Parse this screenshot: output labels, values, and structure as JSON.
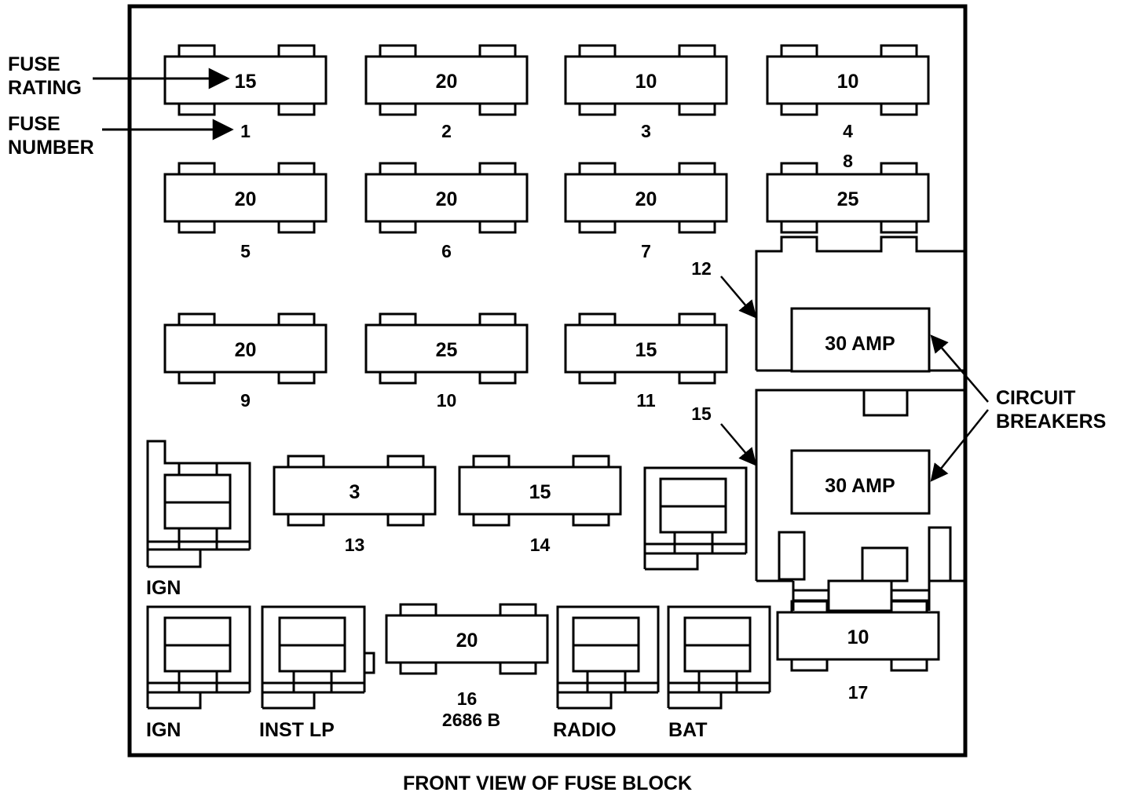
{
  "annotations": {
    "fuse_rating": [
      "FUSE",
      "RATING"
    ],
    "fuse_number": [
      "FUSE",
      "NUMBER"
    ],
    "circuit_breakers": [
      "CIRCUIT",
      "BREAKERS"
    ]
  },
  "caption": "FRONT VIEW OF FUSE BLOCK",
  "fuses": [
    {
      "rating": "15",
      "number": "1"
    },
    {
      "rating": "20",
      "number": "2"
    },
    {
      "rating": "10",
      "number": "3"
    },
    {
      "rating": "10",
      "number": "4"
    },
    {
      "rating": "20",
      "number": "5"
    },
    {
      "rating": "20",
      "number": "6"
    },
    {
      "rating": "20",
      "number": "7"
    },
    {
      "rating": "25",
      "number": "8"
    },
    {
      "rating": "20",
      "number": "9"
    },
    {
      "rating": "25",
      "number": "10"
    },
    {
      "rating": "15",
      "number": "11"
    },
    {
      "rating": "3",
      "number": "13"
    },
    {
      "rating": "15",
      "number": "14"
    },
    {
      "rating": "20",
      "number": "16"
    },
    {
      "rating": "10",
      "number": "17"
    }
  ],
  "fuse16_code": "2686 B",
  "breakers": [
    {
      "number": "12",
      "rating": "30 AMP"
    },
    {
      "number": "15",
      "rating": "30 AMP"
    }
  ],
  "relays": [
    "IGN",
    "IGN",
    "INST LP",
    "RADIO",
    "BAT"
  ]
}
